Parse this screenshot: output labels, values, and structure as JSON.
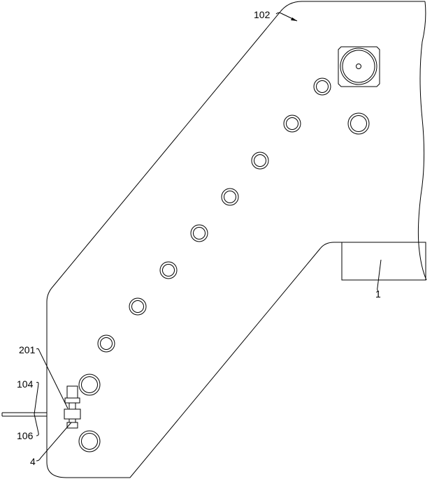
{
  "labels": {
    "plate": "102",
    "block": "1",
    "part_201": "201",
    "part_104": "104",
    "part_106": "106",
    "part_4": "4"
  }
}
